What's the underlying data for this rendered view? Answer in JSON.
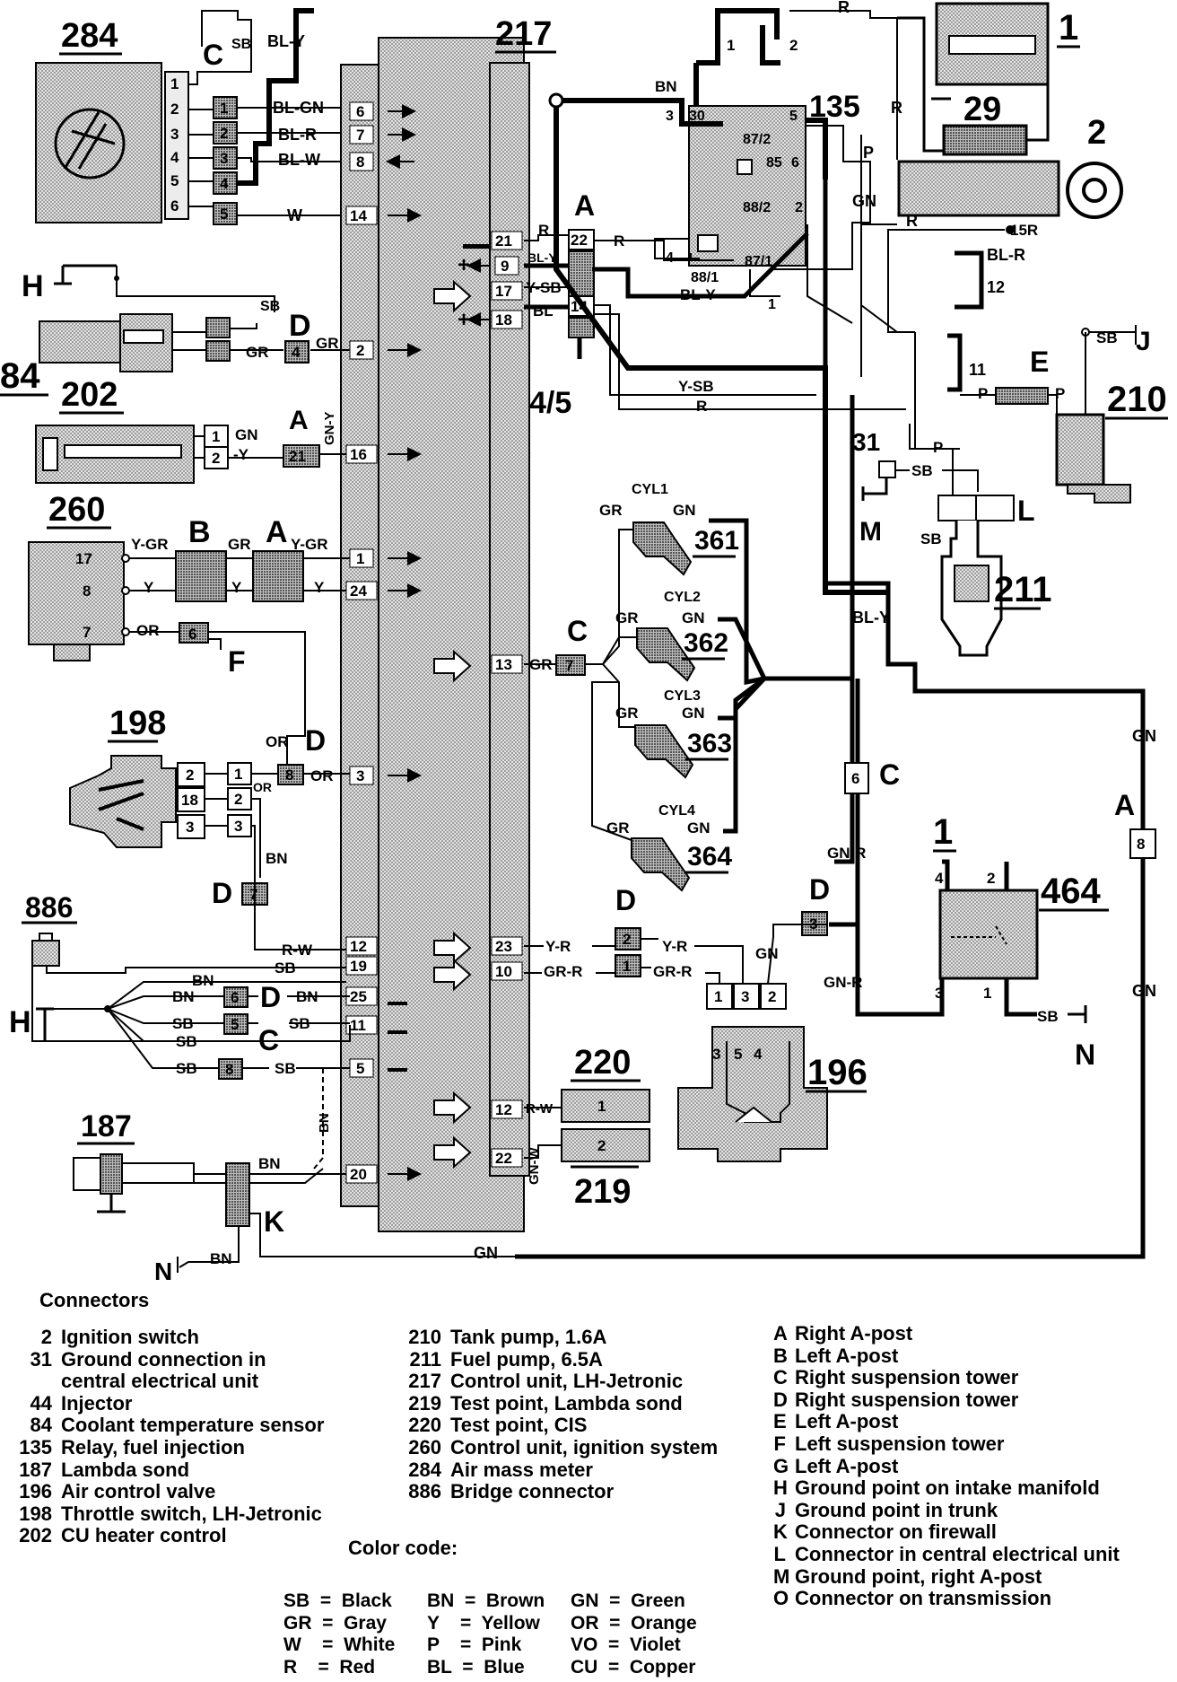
{
  "diagram": {
    "components": {
      "c284": "284",
      "c217": "217",
      "c1top": "1",
      "c29": "29",
      "c2": "2",
      "c135": "135",
      "c84": "84",
      "c202": "202",
      "c260": "260",
      "c198": "198",
      "c886": "886",
      "c187": "187",
      "c220": "220",
      "c219": "219",
      "c196": "196",
      "c210": "210",
      "c211": "211",
      "c361": "361",
      "c362": "362",
      "c363": "363",
      "c364": "364",
      "c464": "464",
      "c1mid": "1",
      "c4_5": "4/5"
    },
    "cu_pins": {
      "p6": "6",
      "p7": "7",
      "p8": "8",
      "p14": "14",
      "p2": "2",
      "p16": "16",
      "p1": "1",
      "p24": "24",
      "p3": "3",
      "p12": "12",
      "p19": "19",
      "p25": "25",
      "p11": "11",
      "p5": "5",
      "p20": "20",
      "p21": "21",
      "p9": "9",
      "p17": "17",
      "p18": "18",
      "p13": "13",
      "p23": "23",
      "p10": "10",
      "p12b": "12",
      "p22": "22"
    },
    "wires": {
      "sb": "SB",
      "bl_y": "BL-Y",
      "bl_gn": "BL-GN",
      "bl_r": "BL-R",
      "bl_w": "BL-W",
      "w": "W",
      "gr": "GR",
      "gn": "GN",
      "gn_y": "GN\n-Y",
      "gn_y2": "GN-Y",
      "y_gr": "Y-GR",
      "y": "Y",
      "or": "OR",
      "bn": "BN",
      "r_w": "R-W",
      "r": "R",
      "y_sb": "Y-SB",
      "bl": "BL",
      "p": "P",
      "gn_r": "GN-R",
      "y_r": "Y-R",
      "gr_r": "GR-R",
      "gn_w": "GN-W",
      "r15": "15R",
      "bl_y_small": "BL-Y"
    },
    "connectors": {
      "a": "A",
      "b": "B",
      "c": "C",
      "d": "D",
      "e": "E",
      "f": "F",
      "h": "H",
      "j": "J",
      "k": "K",
      "l": "L",
      "m": "M",
      "n": "N"
    },
    "relay_pins": {
      "r30": "30",
      "r3": "3",
      "r5": "5",
      "r87_2": "87/2",
      "r85": "85",
      "r6": "6",
      "r88_2": "88/2",
      "r2": "2",
      "r4": "4",
      "r88_1": "88/1",
      "r87_1": "87/1",
      "r1": "1"
    },
    "cyl": {
      "cyl1": "CYL1",
      "cyl2": "CYL2",
      "cyl3": "CYL3",
      "cyl4": "CYL4"
    },
    "ground_31": "31"
  },
  "legend": {
    "title": "Connectors",
    "col1": [
      {
        "num": "2",
        "text": "Ignition switch"
      },
      {
        "num": "31",
        "text": "Ground connection in"
      },
      {
        "num": "",
        "text": "central electrical unit"
      },
      {
        "num": "44",
        "text": "Injector"
      },
      {
        "num": "84",
        "text": "Coolant temperature sensor"
      },
      {
        "num": "135",
        "text": "Relay, fuel injection"
      },
      {
        "num": "187",
        "text": "Lambda sond"
      },
      {
        "num": "196",
        "text": "Air control valve"
      },
      {
        "num": "198",
        "text": "Throttle switch, LH-Jetronic"
      },
      {
        "num": "202",
        "text": "CU heater control"
      }
    ],
    "col2": [
      {
        "num": "210",
        "text": "Tank pump, 1.6A"
      },
      {
        "num": "211",
        "text": "Fuel pump, 6.5A"
      },
      {
        "num": "217",
        "text": "Control unit, LH-Jetronic"
      },
      {
        "num": "219",
        "text": "Test point, Lambda sond"
      },
      {
        "num": "220",
        "text": "Test point, CIS"
      },
      {
        "num": "260",
        "text": "Control unit, ignition system"
      },
      {
        "num": "284",
        "text": "Air mass meter"
      },
      {
        "num": "886",
        "text": "Bridge connector"
      }
    ],
    "col3": [
      {
        "num": "A",
        "text": "Right A-post"
      },
      {
        "num": "B",
        "text": "Left A-post"
      },
      {
        "num": "C",
        "text": "Right suspension tower"
      },
      {
        "num": "D",
        "text": "Right suspension tower"
      },
      {
        "num": "E",
        "text": "Left A-post"
      },
      {
        "num": "F",
        "text": "Left suspension tower"
      },
      {
        "num": "G",
        "text": "Left A-post"
      },
      {
        "num": "H",
        "text": "Ground point on intake manifold"
      },
      {
        "num": "J",
        "text": "Ground point in trunk"
      },
      {
        "num": "K",
        "text": "Connector on firewall"
      },
      {
        "num": "L",
        "text": "Connector in central electrical unit"
      },
      {
        "num": "M",
        "text": "Ground point, right A-post"
      },
      {
        "num": "O",
        "text": "Connector on transmission"
      }
    ]
  },
  "color_code": {
    "title": "Color code:",
    "rows": [
      [
        "SB  =  Black",
        "BN  =  Brown",
        "GN  =  Green"
      ],
      [
        "GR  =  Gray",
        "Y    =  Yellow",
        "OR  =  Orange"
      ],
      [
        "W    =  White",
        "P    =  Pink",
        "VO  =  Violet"
      ],
      [
        "R    =  Red",
        "BL  =  Blue",
        "CU  =  Copper"
      ]
    ]
  }
}
